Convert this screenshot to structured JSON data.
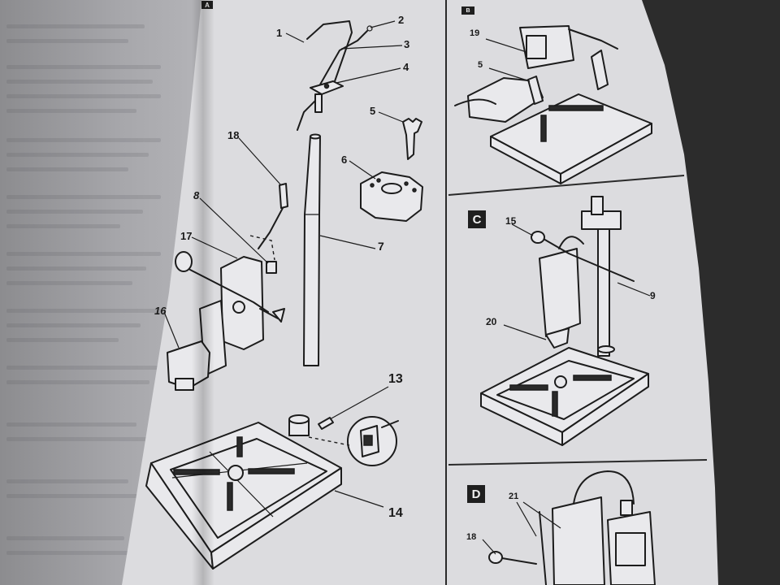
{
  "panels": {
    "a": "A",
    "b": "B",
    "c": "C",
    "d": "D"
  },
  "callouts": {
    "n1": "1",
    "n2": "2",
    "n3": "3",
    "n4": "4",
    "n5": "5",
    "n6": "6",
    "n7": "7",
    "n8": "8",
    "n9": "9",
    "n13": "13",
    "n14": "14",
    "n15": "15",
    "n16": "16",
    "n17": "17",
    "n18": "18",
    "n19": "19",
    "n20": "20",
    "n21": "21"
  },
  "colors": {
    "page": "#dcdcdf",
    "ink": "#1c1c1c",
    "badge": "#1f1f1f"
  }
}
